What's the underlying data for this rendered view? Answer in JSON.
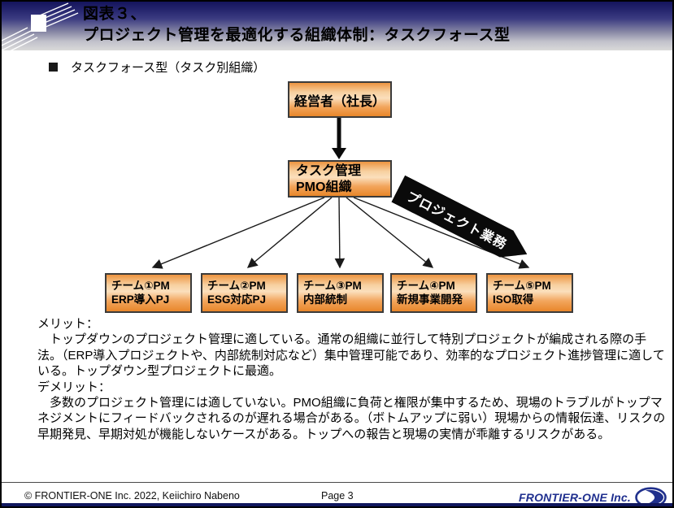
{
  "header": {
    "line1": "図表３、",
    "line2": "プロジェクト管理を最適化する組織体制：タスクフォース型"
  },
  "subtitle": {
    "text": "タスクフォース型（タスク別組織）"
  },
  "diagram": {
    "top_box": "経営者（社長）",
    "pmo_box": {
      "line1": "タスク管理",
      "line2": "PMO組織"
    },
    "banner_label": "プロジェクト業務",
    "teams": [
      {
        "line1": "チーム①PM",
        "line2": "ERP導入PJ"
      },
      {
        "line1": "チーム②PM",
        "line2": "ESG対応PJ"
      },
      {
        "line1": "チーム③PM",
        "line2": "内部統制"
      },
      {
        "line1": "チーム④PM",
        "line2": "新規事業開発"
      },
      {
        "line1": "チーム⑤PM",
        "line2": "ISO取得"
      }
    ],
    "box_color_top": "#ED9440",
    "box_color_mid": "#FBDFBC",
    "box_color_bottom": "#E8862A",
    "banner_color": "#0a0a0a"
  },
  "body": {
    "merit_label": "メリット：",
    "merit_text": "　トップダウンのプロジェクト管理に適している。通常の組織に並行して特別プロジェクトが編成される際の手法。（ERP導入プロジェクトや、内部統制対応など）集中管理可能であり、効率的なプロジェクト進捗管理に適している。トップダウン型プロジェクトに最適。",
    "demerit_label": "デメリット：",
    "demerit_text": "　多数のプロジェクト管理には適していない。PMO組織に負荷と権限が集中するため、現場のトラブルがトップマネジメントにフィードバックされるのが遅れる場合がある。（ボトムアップに弱い）現場からの情報伝達、リスクの早期発見、早期対処が機能しないケースがある。トップへの報告と現場の実情が乖離するリスクがある。"
  },
  "footer": {
    "copyright": "© FRONTIER-ONE Inc. 2022,  Keiichiro  Nabeno",
    "page": "Page 3",
    "brand": "FRONTIER-ONE Inc.",
    "brand_color": "#1F2F8F"
  }
}
